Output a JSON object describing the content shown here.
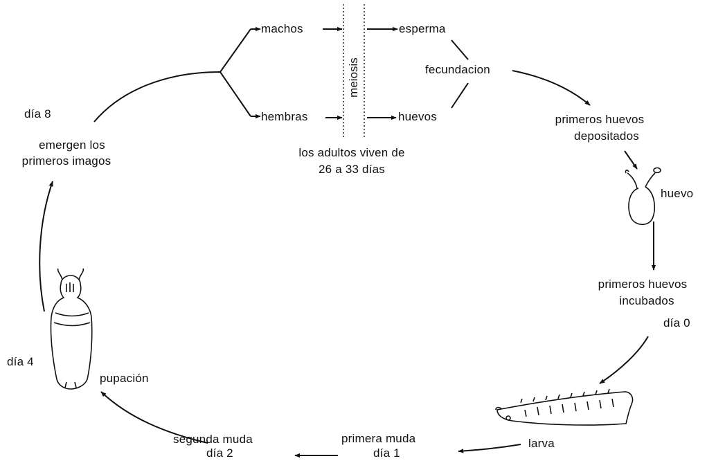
{
  "top_branch": {
    "males": "machos",
    "females": "hembras",
    "sperm": "esperma",
    "eggs": "huevos",
    "meiosis": "meiosis",
    "fertilization": "fecundacion",
    "adult_lifespan_line1": "los adultos viven de",
    "adult_lifespan_line2": "26 a 33 días"
  },
  "cycle": {
    "first_eggs_laid_line1": "primeros huevos",
    "first_eggs_laid_line2": "depositados",
    "egg": "huevo",
    "first_eggs_hatched_line1": "primeros huevos",
    "first_eggs_hatched_line2": "incubados",
    "day0": "día 0",
    "larva": "larva",
    "first_molt": "primera muda",
    "day1": "día 1",
    "second_molt": "segunda muda",
    "day2": "día 2",
    "pupation": "pupación",
    "day4": "día 4",
    "day8": "día 8",
    "first_imagos_line1": "emergen los",
    "first_imagos_line2": "primeros imagos"
  }
}
